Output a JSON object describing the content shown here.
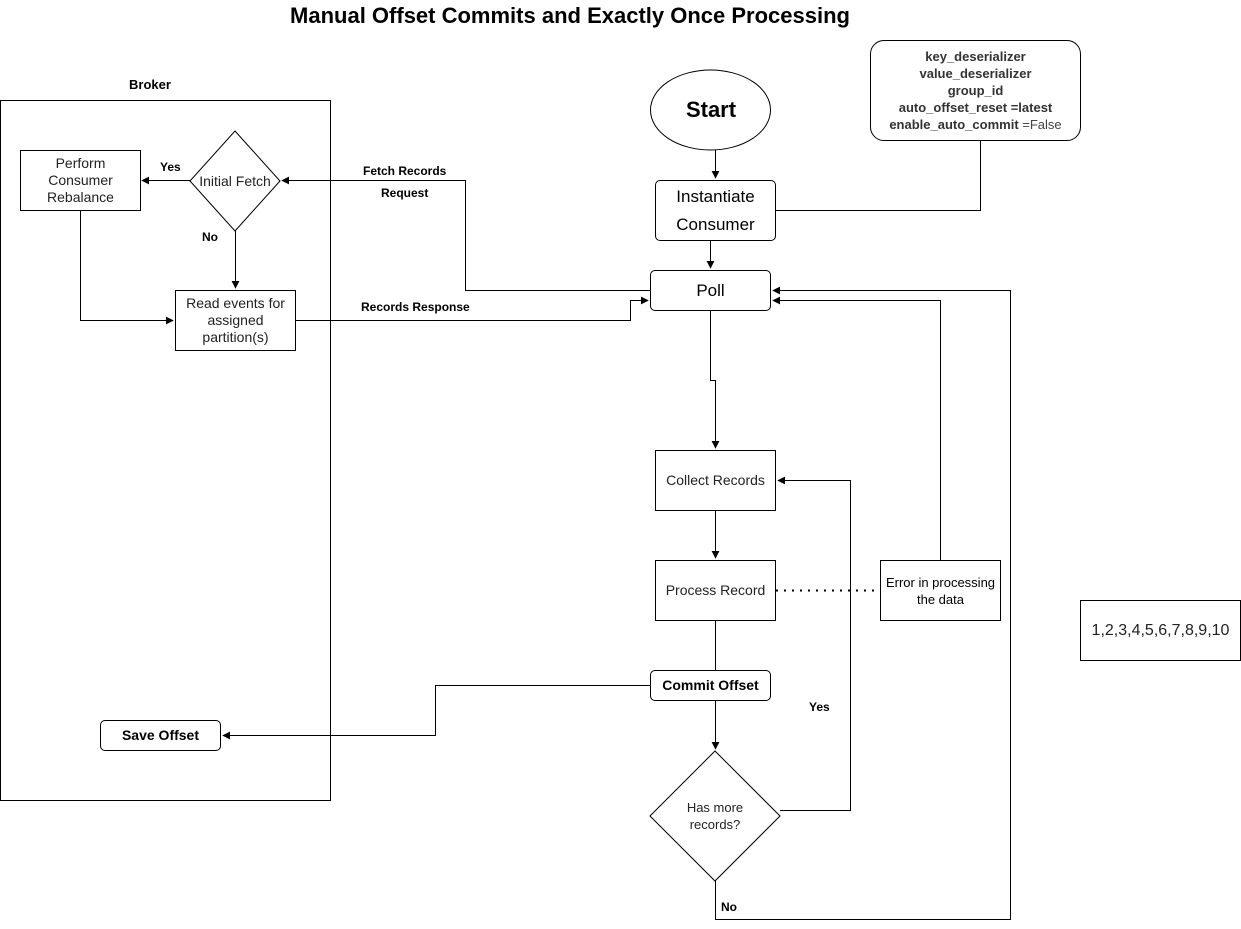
{
  "title": "Manual Offset Commits and Exactly Once Processing",
  "broker": {
    "label": "Broker"
  },
  "nodes": {
    "start": "Start",
    "instantiate_consumer": [
      "Instantiate",
      "Consumer"
    ],
    "poll": "Poll",
    "collect_records": "Collect Records",
    "process_record": "Process Record",
    "error_in_processing": [
      "Error in processing",
      "the data"
    ],
    "commit_offset": "Commit Offset",
    "has_more_records": [
      "Has more",
      "records?"
    ],
    "initial_fetch": "Initial Fetch",
    "perform_rebalance": [
      "Perform",
      "Consumer",
      "Rebalance"
    ],
    "read_events": [
      "Read events for",
      "assigned",
      "partition(s)"
    ],
    "save_offset": "Save Offset"
  },
  "config": {
    "key_deserializer": "key_deserializer",
    "value_deserializer": "value_deserializer",
    "group_id": "group_id",
    "auto_offset_reset": "auto_offset_reset =latest",
    "enable_auto_commit_key": "enable_auto_commit",
    "enable_auto_commit_value": " =False"
  },
  "edge_labels": {
    "fetch_records": "Fetch Records",
    "request": "Request",
    "records_response": "Records Response",
    "yes_rebalance": "Yes",
    "no_initial": "No",
    "yes_more": "Yes",
    "no_more": "No"
  },
  "sequence_box": "1,2,3,4,5,6,7,8,9,10"
}
